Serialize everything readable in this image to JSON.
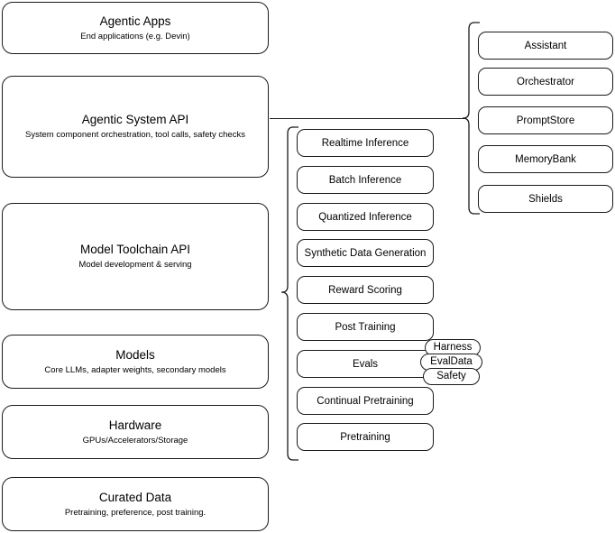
{
  "diagram": {
    "title": "AI stack layered architecture",
    "stroke_color": "#1a1a1a",
    "background_color": "#ffffff",
    "layers": [
      {
        "title": "Agentic Apps",
        "subtitle": "End applications (e.g. Devin)"
      },
      {
        "title": "Agentic System API",
        "subtitle": "System component orchestration, tool calls, safety checks"
      },
      {
        "title": "Model Toolchain API",
        "subtitle": "Model development & serving"
      },
      {
        "title": "Models",
        "subtitle": "Core LLMs, adapter weights, secondary models"
      },
      {
        "title": "Hardware",
        "subtitle": "GPUs/Accelerators/Storage"
      },
      {
        "title": "Curated Data",
        "subtitle": "Pretraining, preference, post training."
      }
    ],
    "toolchain_components": [
      {
        "label": "Realtime Inference"
      },
      {
        "label": "Batch Inference"
      },
      {
        "label": "Quantized Inference"
      },
      {
        "label": "Synthetic Data Generation"
      },
      {
        "label": "Reward Scoring"
      },
      {
        "label": "Post Training"
      },
      {
        "label": "Evals"
      },
      {
        "label": "Continual Pretraining"
      },
      {
        "label": "Pretraining"
      }
    ],
    "evals_subcomponents": [
      {
        "label": "Harness"
      },
      {
        "label": "EvalData"
      },
      {
        "label": "Safety"
      }
    ],
    "agentic_system_components": [
      {
        "label": "Assistant"
      },
      {
        "label": "Orchestrator"
      },
      {
        "label": "PromptStore"
      },
      {
        "label": "MemoryBank"
      },
      {
        "label": "Shields"
      }
    ]
  }
}
